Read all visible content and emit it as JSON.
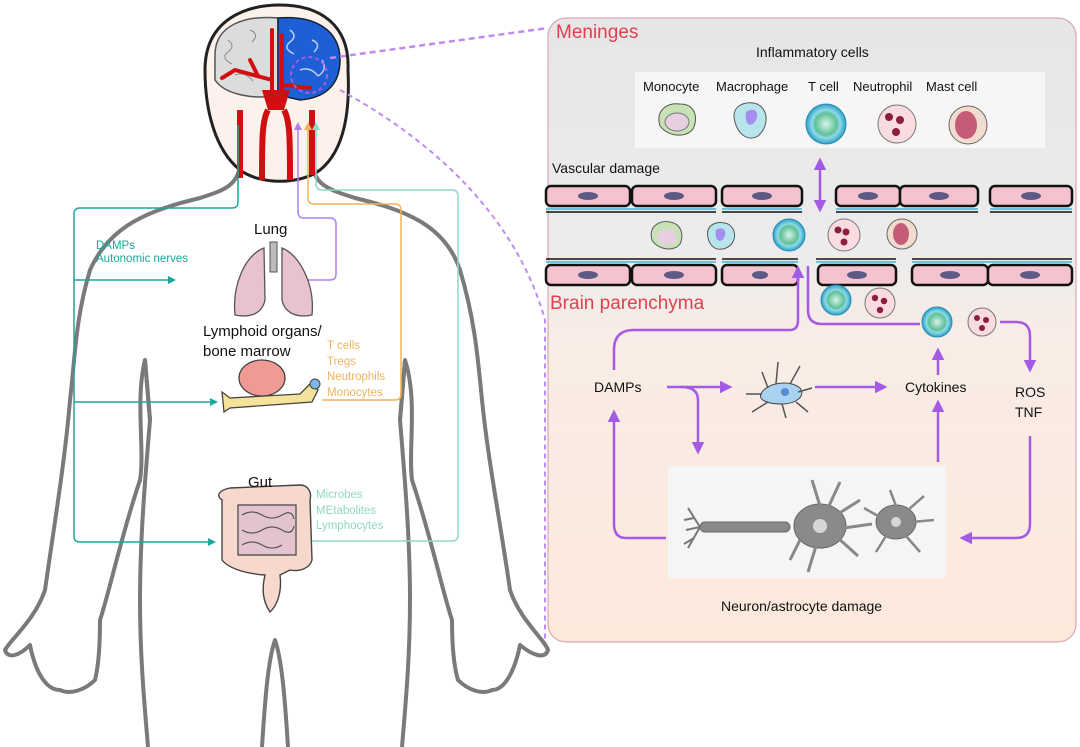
{
  "colors": {
    "teal": "#1aa69a",
    "mint": "#8fd8c2",
    "orange": "#f0b45a",
    "purple": "#a35be6",
    "region_red": "#e0404f",
    "body_outline": "#7a7a7a",
    "artery_red": "#d10f12",
    "brain_blue": "#1f5fd6"
  },
  "body": {
    "organs": {
      "lung": "Lung",
      "lymphoid_line1": "Lymphoid organs/",
      "lymphoid_line2": "bone marrow",
      "gut": "Gut"
    },
    "lung_signals": [
      "DAMPs",
      "Autonomic nerves"
    ],
    "lymphoid_signals": [
      "T cells",
      "Tregs",
      "Neutrophils",
      "Monocytes"
    ],
    "gut_signals": [
      "Microbes",
      "MEtabolites",
      "Lymphocytes"
    ]
  },
  "panel": {
    "meninges_title": "Meninges",
    "inflammatory_title": "Inflammatory cells",
    "cell_types": [
      "Monocyte",
      "Macrophage",
      "T cell",
      "Neutrophil",
      "Mast cell"
    ],
    "vascular_title": "Vascular damage",
    "parenchyma_title": "Brain parenchyma",
    "damps": "DAMPs",
    "cytokines": "Cytokines",
    "ros": "ROS",
    "tnf": "TNF",
    "neuron_caption": "Neuron/astrocyte damage"
  }
}
